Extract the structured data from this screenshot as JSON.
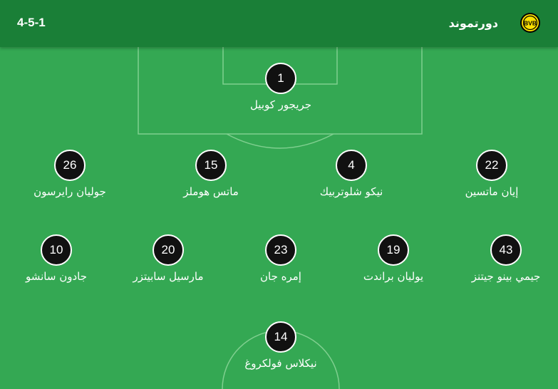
{
  "header": {
    "formation": "4-5-1",
    "team_name": "دورتموند",
    "crest_icon": "bvb-crest-icon",
    "crest_text": "BVB"
  },
  "colors": {
    "header_bg": "#1a7f37",
    "pitch_bg": "#34a853",
    "pitch_lines": "#7fcf8f",
    "badge_bg": "#111111",
    "crest_yellow": "#fde100"
  },
  "players": [
    {
      "number": "1",
      "name": "جريجور كوبيل"
    },
    {
      "number": "26",
      "name": "جوليان رايرسون"
    },
    {
      "number": "15",
      "name": "ماتس هوملز"
    },
    {
      "number": "4",
      "name": "نيكو شلوتربيك"
    },
    {
      "number": "22",
      "name": "إيان ماتسين"
    },
    {
      "number": "10",
      "name": "جادون سانشو"
    },
    {
      "number": "20",
      "name": "مارسيل سابيتزر"
    },
    {
      "number": "23",
      "name": "إمره جان"
    },
    {
      "number": "19",
      "name": "يوليان براندت"
    },
    {
      "number": "43",
      "name": "جيمي بينو جيتنز"
    },
    {
      "number": "14",
      "name": "نيكلاس فولكروغ"
    }
  ]
}
